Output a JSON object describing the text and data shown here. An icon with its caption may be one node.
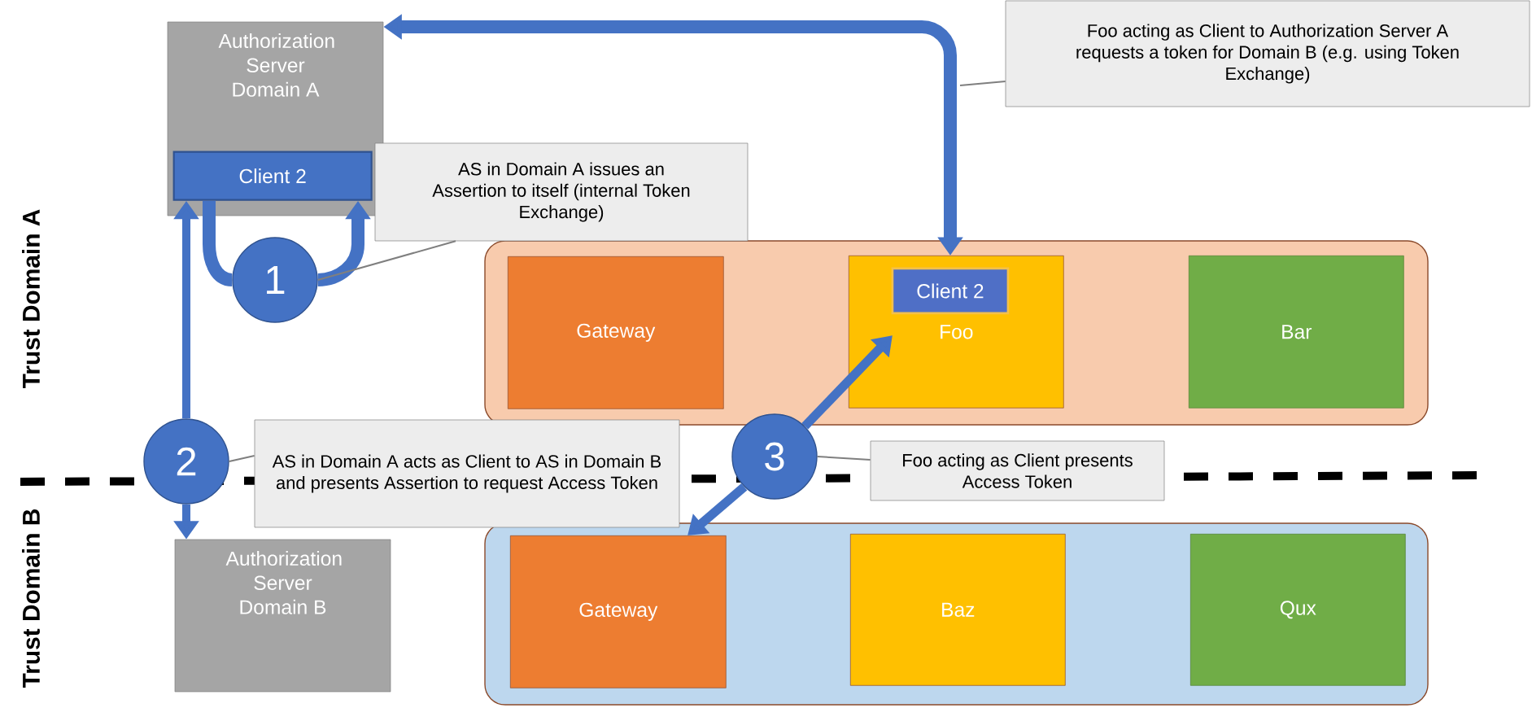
{
  "diagram": {
    "nodes": [
      {
        "text": [
          "Authorization Server Domain A"
        ]
      },
      {
        "text": [
          "Client 2"
        ],
        "in": 0
      },
      {
        "text": [
          "1"
        ]
      },
      {
        "text": [
          "Authorization Server Domain B"
        ]
      },
      {
        "text": [
          "2"
        ]
      },
      {
        "text": [],
        "shape": "box"
      },
      {
        "text": [
          "Gateway"
        ],
        "in": 5
      },
      {
        "text": [
          "Foo"
        ],
        "in": 5
      },
      {
        "text": [
          "Client 2"
        ],
        "in": 7
      },
      {
        "text": [
          "Bar"
        ],
        "in": 5
      },
      {
        "text": [],
        "shape": "box"
      },
      {
        "text": [
          "Gateway"
        ],
        "in": 10
      },
      {
        "text": [
          "Baz"
        ],
        "in": 10
      },
      {
        "text": [
          "Qux"
        ],
        "in": 10
      },
      {
        "text": [
          "3"
        ]
      },
      {
        "text": [
          "AS in Domain A issues an Assertion to itself (internal Token Exchange)"
        ]
      },
      {
        "text": [
          "AS in Domain A acts as Client to AS in Domain B and presents Assertion to request Access Token"
        ]
      },
      {
        "text": [
          "Foo acting as Client to Authorization Server A requests a token for Domain B (e.g. using Token Exchange)"
        ]
      },
      {
        "text": [
          "Foo acting as Client presents Access Token"
        ]
      }
    ],
    "edges": [
      {
        "from": 1,
        "to": 2,
        "arrow": "none"
      },
      {
        "from": 2,
        "to": 1,
        "arrow": "to"
      },
      {
        "from": 4,
        "to": 1,
        "arrow": "to"
      },
      {
        "from": 4,
        "to": 3,
        "arrow": "to"
      },
      {
        "from": 0,
        "to": 7,
        "arrow": "both"
      },
      {
        "from": 14,
        "to": 7,
        "arrow": "to"
      },
      {
        "from": 14,
        "to": 11,
        "arrow": "to"
      },
      {
        "from": 15,
        "to": 2,
        "arrow": "none"
      },
      {
        "from": 16,
        "to": 4,
        "arrow": "none"
      },
      {
        "from": 17,
        "to": null,
        "arrow": "none"
      },
      {
        "from": 18,
        "to": 14,
        "arrow": "none"
      }
    ],
    "labels": [
      "Trust Domain A",
      "Trust Domain B"
    ]
  }
}
